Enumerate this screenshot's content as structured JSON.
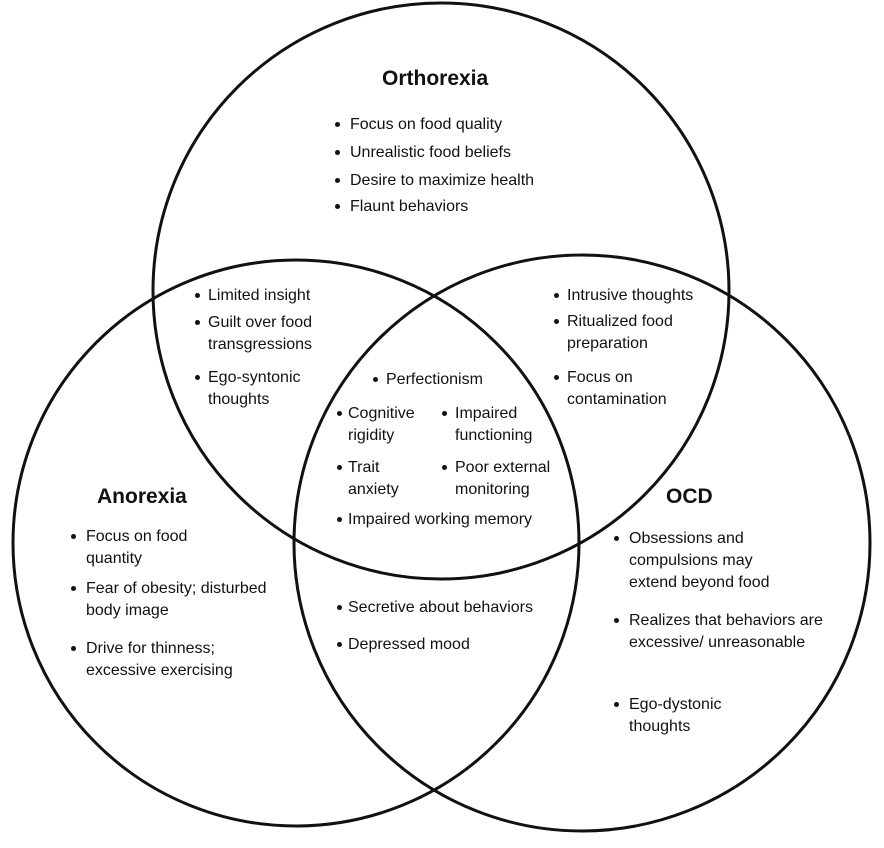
{
  "diagram": {
    "type": "venn",
    "sets": {
      "orthorexia": {
        "title": "Orthorexia",
        "items": [
          "Focus on food quality",
          "Unrealistic food beliefs",
          "Desire to maximize health",
          "Flaunt behaviors"
        ]
      },
      "anorexia": {
        "title": "Anorexia",
        "items": [
          "Focus on food quantity",
          "Fear of obesity; disturbed body image",
          "Drive for thinness; excessive exercising"
        ]
      },
      "ocd": {
        "title": "OCD",
        "items": [
          "Obsessions and compulsions may extend beyond food",
          "Realizes that behaviors are excessive/ unreasonable",
          "Ego-dystonic thoughts"
        ]
      }
    },
    "overlaps": {
      "orthorexia_anorexia": [
        "Limited insight",
        "Guilt over food transgressions",
        "Ego-syntonic thoughts"
      ],
      "orthorexia_ocd": [
        "Intrusive thoughts",
        "Ritualized food preparation",
        "Focus on contamination"
      ],
      "anorexia_ocd": [
        "Secretive about behaviors",
        "Depressed mood"
      ],
      "all_three": [
        "Perfectionism",
        "Cognitive rigidity",
        "Impaired functioning",
        "Trait anxiety",
        "Poor external monitoring",
        "Impaired working memory"
      ]
    }
  }
}
